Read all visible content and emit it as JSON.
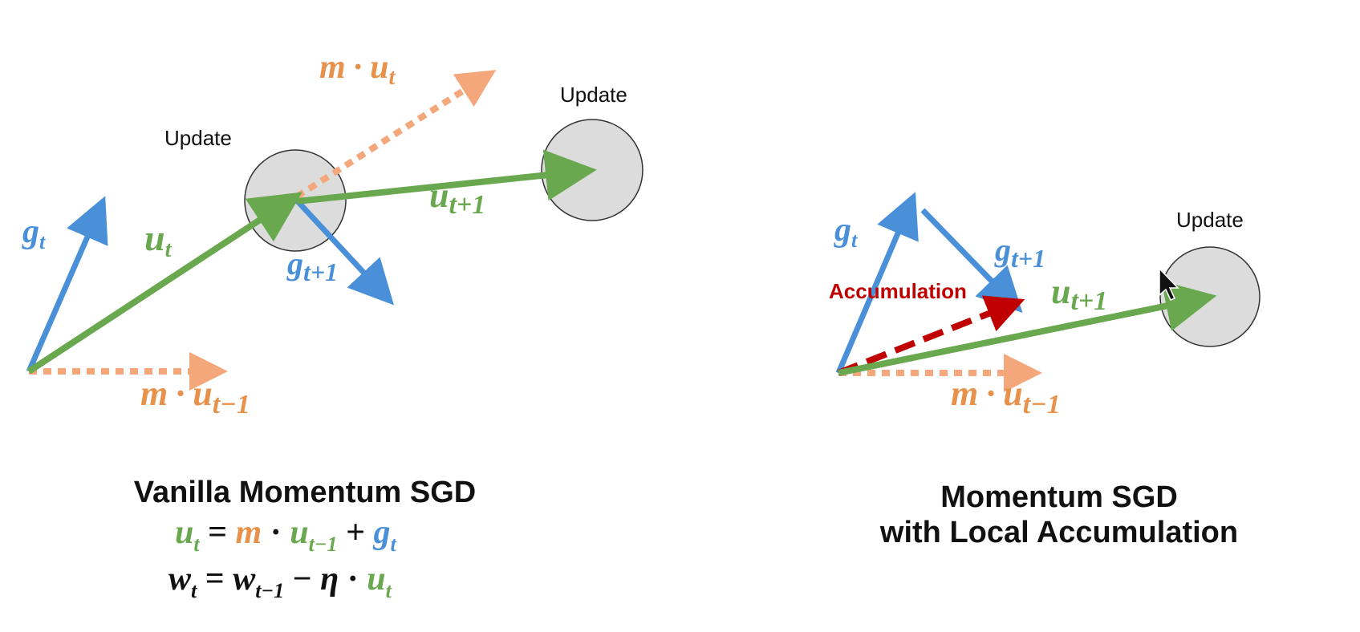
{
  "colors": {
    "gradient": "#4a90d9",
    "update_vec": "#6aa84f",
    "momentum": "#f4a77a",
    "momentum_text": "#e8914a",
    "accumulation": "#c00000",
    "circle_fill": "#dcdcdc",
    "circle_stroke": "#333333"
  },
  "left_diagram": {
    "update_label_1": "Update",
    "update_label_2": "Update",
    "g_t": {
      "base": "g",
      "sub": "t"
    },
    "u_t": {
      "base": "u",
      "sub": "t"
    },
    "g_t1": {
      "base": "g",
      "sub": "t+1"
    },
    "u_t1": {
      "base": "u",
      "sub": "t+1"
    },
    "m_ut": {
      "m": "m",
      "dot": "·",
      "base": "u",
      "sub": "t"
    },
    "m_ut_1": {
      "m": "m",
      "dot": "·",
      "base": "u",
      "sub": "t−1"
    },
    "title": "Vanilla Momentum SGD",
    "formula1": {
      "lhs": "u",
      "lhs_sub": "t",
      "eq": "=",
      "m": "m",
      "dot": "·",
      "u": "u",
      "u_sub": "t−1",
      "plus": "+",
      "g": "g",
      "g_sub": "t"
    },
    "formula2": {
      "lhs": "w",
      "lhs_sub": "t",
      "eq": "=",
      "w": "w",
      "w_sub": "t−1",
      "minus": "−",
      "eta": "η",
      "dot": "·",
      "u": "u",
      "u_sub": "t"
    }
  },
  "right_diagram": {
    "update_label": "Update",
    "accumulation_label": "Accumulation",
    "g_t": {
      "base": "g",
      "sub": "t"
    },
    "g_t1": {
      "base": "g",
      "sub": "t+1"
    },
    "u_t1": {
      "base": "u",
      "sub": "t+1"
    },
    "m_ut_1": {
      "m": "m",
      "dot": "·",
      "base": "u",
      "sub": "t−1"
    },
    "title_line1": "Momentum SGD",
    "title_line2": "with Local Accumulation"
  },
  "cursor": "mouse-pointer-icon"
}
